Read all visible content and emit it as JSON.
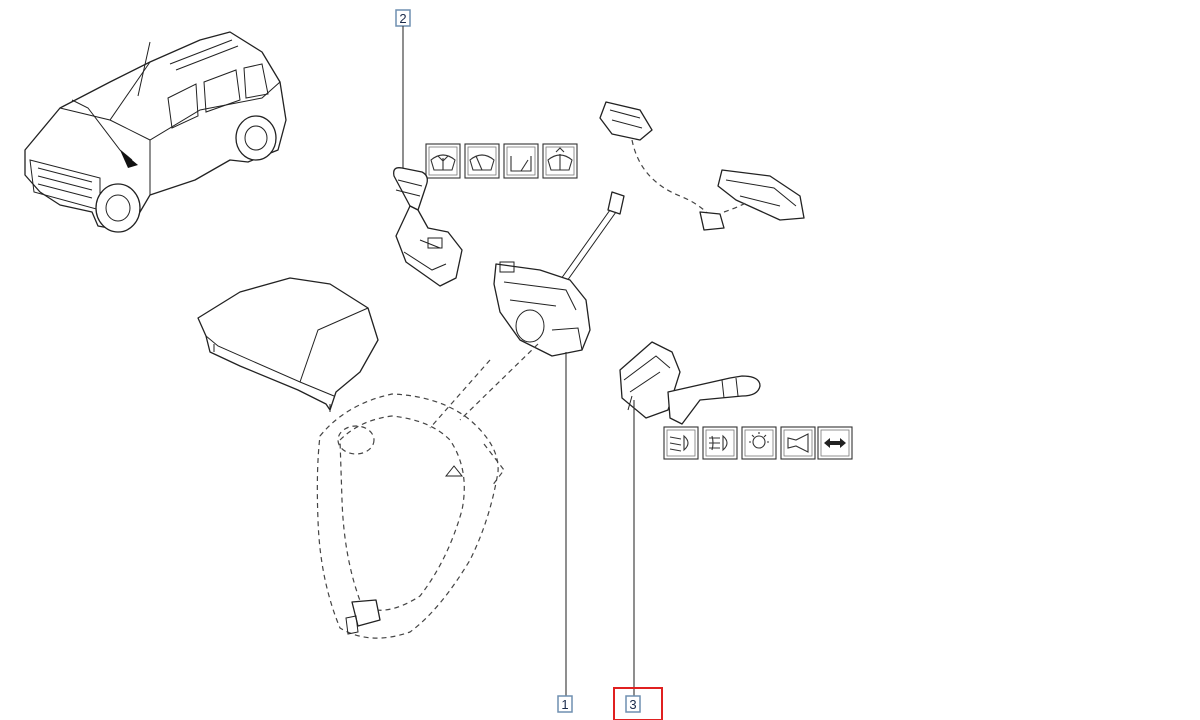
{
  "callouts": [
    {
      "id": "callout-2",
      "label": "2",
      "highlighted": false,
      "frame_color": "#6f8fb0"
    },
    {
      "id": "callout-1",
      "label": "1",
      "highlighted": false,
      "frame_color": "#6f8fb0"
    },
    {
      "id": "callout-3",
      "label": "3",
      "highlighted": true,
      "frame_color": "#6f8fb0",
      "highlight_color": "#e02020"
    }
  ],
  "wiper_symbols": [
    "windshield-wash-icon",
    "windshield-wipe-icon",
    "rear-wiper-icon",
    "wiper-interval-icon"
  ],
  "light_symbols": [
    "low-beam-icon",
    "fog-light-icon",
    "lamp-icon",
    "horn-icon",
    "indicator-arrows-icon"
  ],
  "colors": {
    "line": "#222222",
    "highlight": "#e02020",
    "callout_frame": "#6f8fb0"
  }
}
